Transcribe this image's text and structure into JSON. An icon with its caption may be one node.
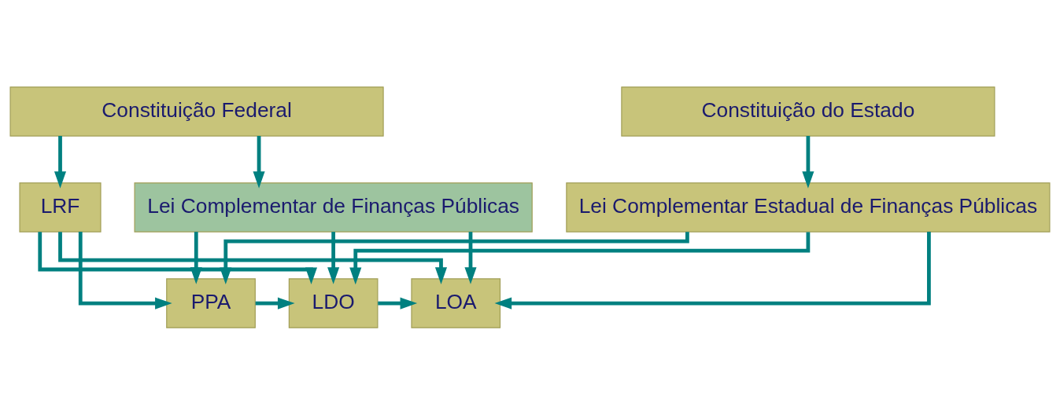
{
  "diagram": {
    "nodes": [
      {
        "text": [
          "Constituição Federal"
        ]
      },
      {
        "text": [
          "Constituição do Estado"
        ]
      },
      {
        "text": [
          "Lei Complementar de Finanças Públicas"
        ]
      },
      {
        "text": [
          "LRF"
        ]
      },
      {
        "text": [
          "Lei Complementar Estadual de Finanças Públicas"
        ]
      },
      {
        "text": [
          "PPA"
        ]
      },
      {
        "text": [
          "LDO"
        ]
      },
      {
        "text": [
          "LOA"
        ]
      }
    ],
    "edges": [
      {
        "from": 0,
        "to": 2,
        "arrow": "to"
      },
      {
        "from": 0,
        "to": 3,
        "arrow": "to"
      },
      {
        "from": 1,
        "to": 4,
        "arrow": "to"
      },
      {
        "from": 2,
        "to": 5,
        "arrow": "to"
      },
      {
        "from": 2,
        "to": 6,
        "arrow": "to"
      },
      {
        "from": 2,
        "to": 7,
        "arrow": "to"
      },
      {
        "from": 3,
        "to": 5,
        "arrow": "to"
      },
      {
        "from": 3,
        "to": 6,
        "arrow": "to"
      },
      {
        "from": 3,
        "to": 7,
        "arrow": "to"
      },
      {
        "from": 4,
        "to": 5,
        "arrow": "to"
      },
      {
        "from": 4,
        "to": 6,
        "arrow": "to"
      },
      {
        "from": 4,
        "to": 7,
        "arrow": "to"
      },
      {
        "from": 5,
        "to": 6,
        "arrow": "to"
      },
      {
        "from": 6,
        "to": 7,
        "arrow": "to"
      }
    ]
  }
}
